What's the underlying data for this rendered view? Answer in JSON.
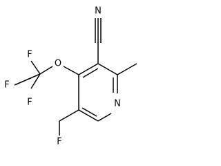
{
  "molecule": {
    "atoms": {
      "cyano_n": "N",
      "ring_n": "N",
      "ether_o": "O",
      "f_cf3_top": "F",
      "f_cf3_left": "F",
      "f_cf3_bottom": "F",
      "f_ch2f": "F"
    }
  }
}
